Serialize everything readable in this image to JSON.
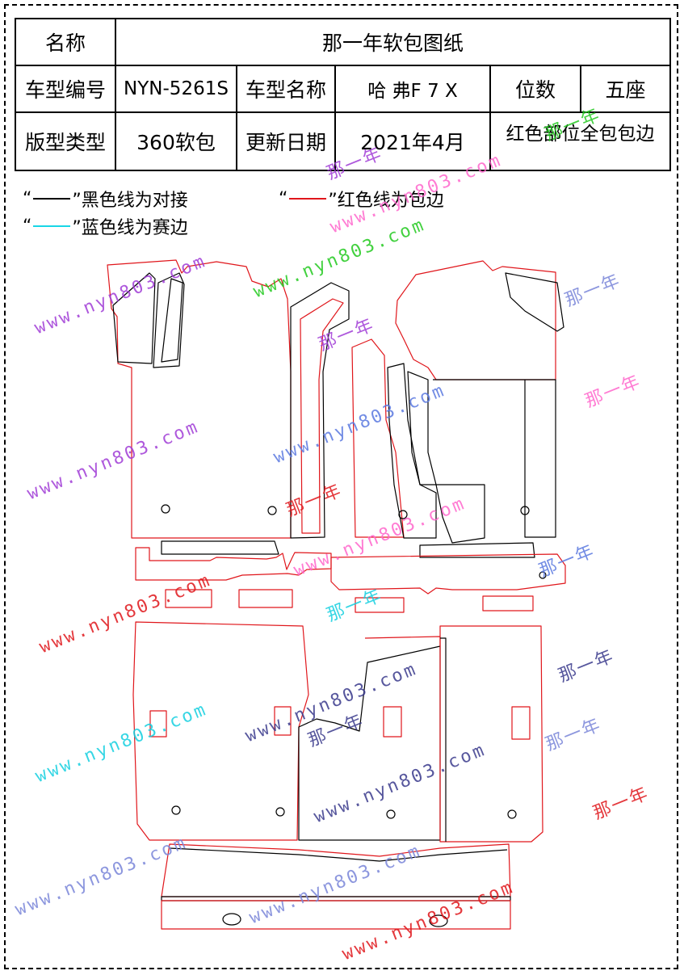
{
  "header": {
    "name_label": "名称",
    "title": "那一年软包图纸",
    "model_code_label": "车型编号",
    "model_code": "NYN-5261S",
    "model_name_label": "车型名称",
    "model_name": "哈 弗F 7 X",
    "seats_label": "位数",
    "seats": "五座",
    "type_label": "版型类型",
    "type": "360软包",
    "date_label": "更新日期",
    "date": "2021年4月",
    "note": "红色部位全包包边"
  },
  "legend": {
    "black": {
      "quote_open": "“",
      "quote_close": "”黑色线为对接",
      "color": "#000000"
    },
    "red": {
      "quote_open": "“",
      "quote_close": "”红色线为包边",
      "color": "#e0161b"
    },
    "blue": {
      "quote_open": "“",
      "quote_close": "”蓝色线为赛边",
      "color": "#19d6e6"
    }
  },
  "watermarks": {
    "url": "www.nyn803.com",
    "brand": "那一年",
    "colors": [
      "#3a3a8c",
      "#e0161b",
      "#22c91e",
      "#a03cd6",
      "#5a78e0",
      "#7a86d9",
      "#ff66cc",
      "#14d0e0"
    ]
  },
  "colors": {
    "outline_red": "#e0161b",
    "outline_black": "#000000"
  }
}
